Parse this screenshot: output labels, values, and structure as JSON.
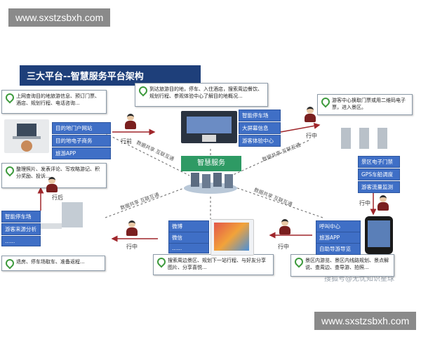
{
  "watermarks": {
    "top": "www.sxstzsbxh.com",
    "bottom": "www.sxstzsbxh.com",
    "source": "搜狐号@无忧知识星球"
  },
  "title": "三大平台--智慧服务平台架构",
  "center": {
    "label": "智慧服务"
  },
  "notes": {
    "plan": "上网查询目的地旅游信息、预订门票、酒店、规划行程、电话咨询...",
    "arrive": "到达旅游目的地，停车、入住酒店，搜索周边餐饮、规划行程、参观体验中心了解目的地概况...",
    "ticket": "游客中心换取门票或用二维码电子票，进入景区。",
    "share": "整理照片、发表评论、写攻略游记、积分奖励、投诉...",
    "leave": "退房、停车场取车、准备返程...",
    "search": "搜索周边景区、规划下一站行程、与好友分享图片、分享喜悦...",
    "tour": "景区内游览、景区内线路规划、景点解说、查周边、查导游、拍照..."
  },
  "tags": {
    "pre": [
      "目的地门户网站",
      "目的地电子商务",
      "旅游APP"
    ],
    "arrive": [
      "智能停车场",
      "大屏幕信息",
      "游客体验中心"
    ],
    "ticket": [
      "景区电子门禁",
      "GPS车船调度",
      "游客流量监测"
    ],
    "after": [
      "智能停车场",
      "游客来源分析",
      "......"
    ],
    "social": [
      "微博",
      "微信",
      "......"
    ],
    "inside": [
      "呼叫中心",
      "旅游APP",
      "自助导游导览"
    ]
  },
  "stages": {
    "before": "行前",
    "during1": "行中",
    "during2": "行中",
    "during3": "行中",
    "during4": "行中",
    "after": "行后"
  },
  "link_captions": [
    "数据共享  互联互通",
    "数据共享  互联互通",
    "数据共享  互联互通",
    "数据共享  互联互通"
  ],
  "colors": {
    "title_bg": "#1e3f7a",
    "tag_blue": "#3f6fc6",
    "tag_green": "#2e9a64",
    "arrow": "#a0262b",
    "dashed": "#666666"
  }
}
